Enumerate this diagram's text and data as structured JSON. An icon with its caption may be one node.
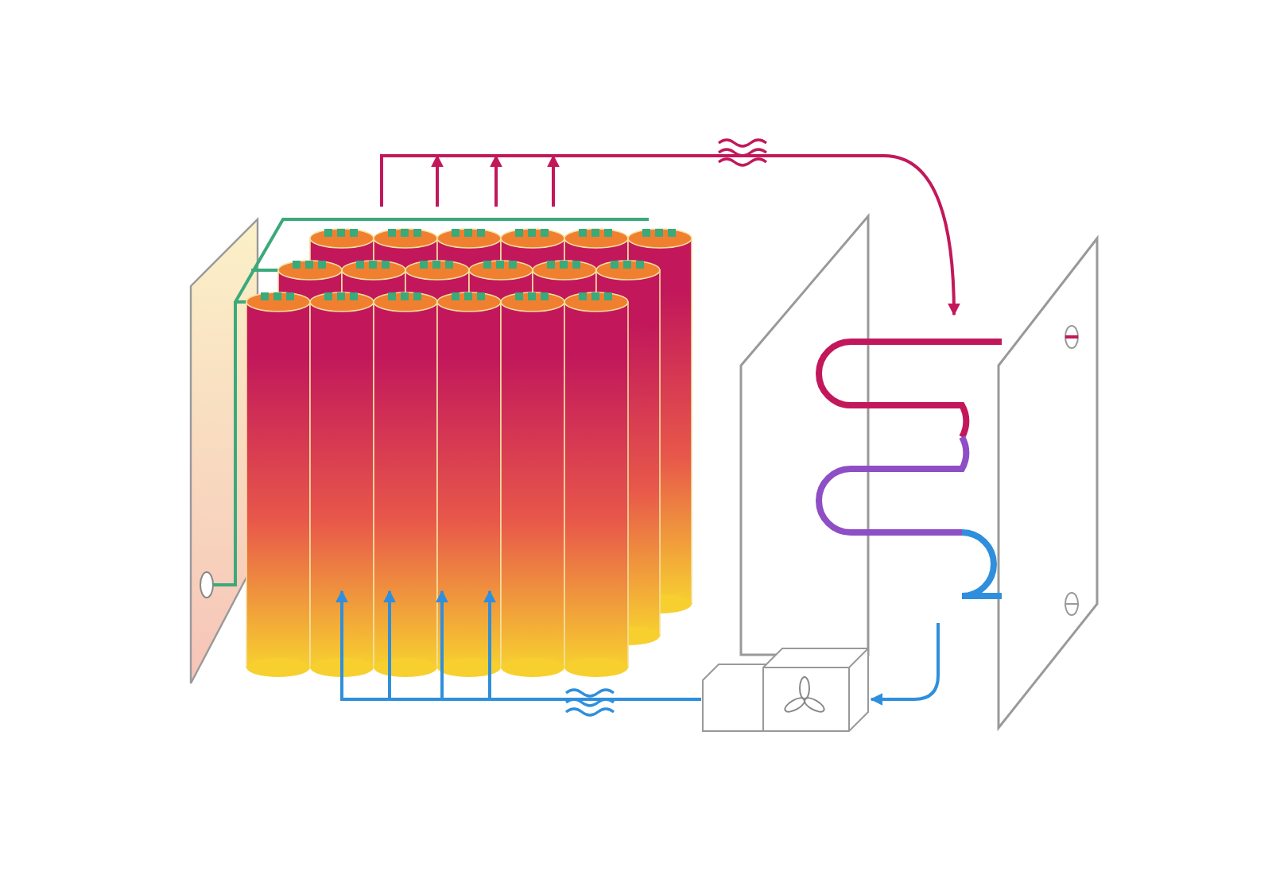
{
  "diagram": {
    "nodes": [
      {
        "text": [],
        "shape": "picture"
      },
      {
        "text": [],
        "shape": "picture"
      },
      {
        "text": [],
        "shape": "box"
      }
    ],
    "edges": [
      {
        "from": 0,
        "to": 1,
        "arrow": "to",
        "color": "#c2185b"
      },
      {
        "from": 1,
        "to": 2,
        "arrow": "to"
      },
      {
        "from": 2,
        "to": 0,
        "arrow": "to"
      }
    ]
  }
}
